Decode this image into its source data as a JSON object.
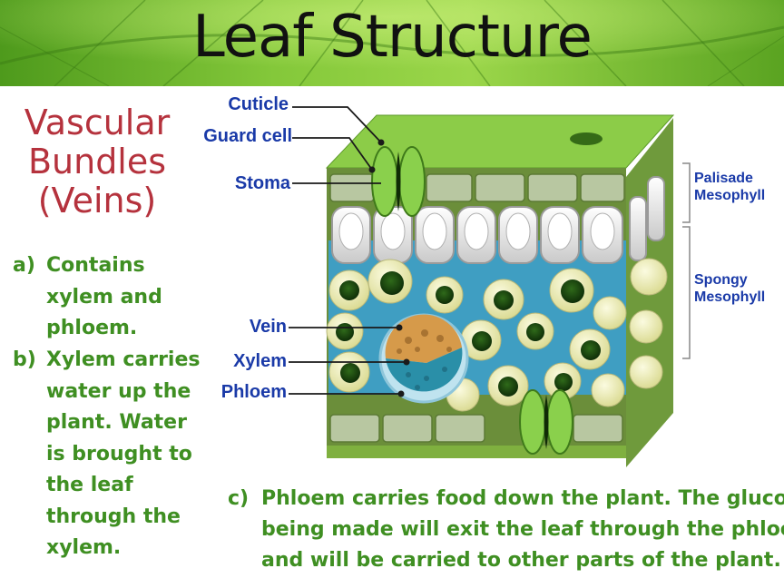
{
  "title": "Leaf Structure",
  "subtitle": {
    "lines": [
      "Vascular",
      "Bundles",
      "(Veins)"
    ]
  },
  "points": {
    "a": {
      "marker": "a)",
      "lines": [
        "Contains",
        "xylem and",
        "phloem."
      ]
    },
    "b": {
      "marker": "b)",
      "lines": [
        "Xylem carries",
        "water up the",
        "plant.  Water",
        "is brought to",
        "the leaf",
        "through the",
        "xylem."
      ]
    },
    "c": {
      "marker": "c)",
      "lines": [
        "Phloem carries food down the plant.  The glucose",
        "being made will exit the leaf through the phloem",
        "and will be carried to other parts of the plant."
      ]
    }
  },
  "diagram_labels": {
    "cuticle": "Cuticle",
    "guard_cell": "Guard cell",
    "stoma": "Stoma",
    "vein": "Vein",
    "xylem": "Xylem",
    "phloem": "Phloem",
    "palisade": [
      "Palisade",
      "Mesophyll"
    ],
    "spongy": [
      "Spongy",
      "Mesophyll"
    ]
  },
  "colors": {
    "title": "#111111",
    "subtitle": "#b5323d",
    "body_text": "#3f8f22",
    "label_text": "#1a3aa8",
    "leaf_green": "#7cc144",
    "spongy_cell": "#f1f0bf",
    "air_space": "#3f9ec2"
  }
}
